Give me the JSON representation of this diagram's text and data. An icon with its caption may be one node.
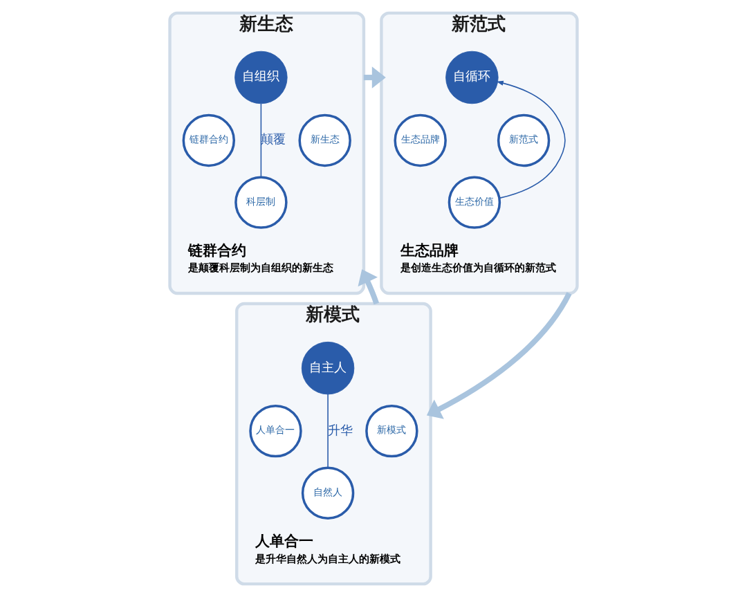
{
  "diagram": {
    "nodes": [
      {
        "text": [
          "新生态"
        ],
        "beside": [
          "链群合约",
          "是颠覆科层制为自组织的新生态"
        ]
      },
      {
        "text": [
          "自组织"
        ],
        "in": 0
      },
      {
        "text": [
          "链群合约"
        ],
        "in": 0
      },
      {
        "text": [
          "新生态"
        ],
        "in": 0
      },
      {
        "text": [
          "科层制"
        ],
        "in": 0
      },
      {
        "text": [
          "新范式"
        ],
        "beside": [
          "生态品牌",
          "是创造生态价值为自循环的新范式"
        ]
      },
      {
        "text": [
          "自循环"
        ],
        "in": 5
      },
      {
        "text": [
          "生态品牌"
        ],
        "in": 5
      },
      {
        "text": [
          "新范式"
        ],
        "in": 5
      },
      {
        "text": [
          "生态价值"
        ],
        "in": 5
      },
      {
        "text": [
          "新模式"
        ],
        "beside": [
          "人单合一",
          "是升华自然人为自主人的新模式"
        ]
      },
      {
        "text": [
          "自主人"
        ],
        "in": 10
      },
      {
        "text": [
          "人单合一"
        ],
        "in": 10
      },
      {
        "text": [
          "新模式"
        ],
        "in": 10
      },
      {
        "text": [
          "自然人"
        ],
        "in": 10
      }
    ],
    "edges": [
      {
        "from": 0,
        "to": 5,
        "arrow": "to",
        "style": "thick",
        "color": "#a9c4de"
      },
      {
        "from": 1,
        "to": 4,
        "arrow": "none",
        "label": "颠覆",
        "color": "#2a5caa"
      },
      {
        "from": 9,
        "to": 6,
        "arrow": "to",
        "color": "#2a5caa"
      },
      {
        "from": 5,
        "to": 10,
        "arrow": "to",
        "style": "thick",
        "color": "#a9c4de"
      },
      {
        "from": 11,
        "to": 14,
        "arrow": "none",
        "label": "升华",
        "color": "#2a5caa"
      },
      {
        "from": 10,
        "to": 0,
        "arrow": "to",
        "style": "thick",
        "color": "#a9c4de"
      }
    ]
  }
}
